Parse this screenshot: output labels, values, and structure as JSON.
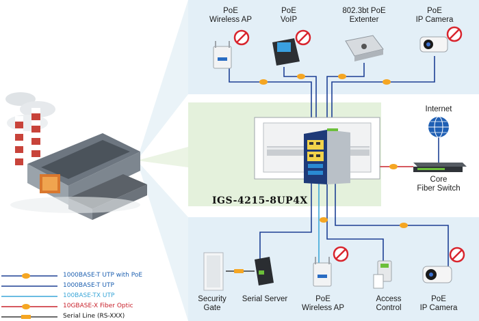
{
  "devices_top": {
    "wireless_ap": {
      "line1": "PoE",
      "line2": "Wireless AP"
    },
    "voip": {
      "line1": "PoE",
      "line2": "VoIP"
    },
    "extender": {
      "line1": "802.3bt PoE",
      "line2": "Extenter"
    },
    "ip_camera": {
      "line1": "PoE",
      "line2": "IP Camera"
    }
  },
  "internet": {
    "label": "Internet"
  },
  "core_switch": {
    "line1": "Core",
    "line2": "Fiber Switch"
  },
  "switch_model": "IGS-4215-8UP4X",
  "devices_bottom": {
    "security_gate": {
      "line1": "Security",
      "line2": "Gate"
    },
    "serial_server": {
      "label": "Serial Server"
    },
    "wireless_ap": {
      "line1": "PoE",
      "line2": "Wireless AP"
    },
    "access_control": {
      "line1": "Access",
      "line2": "Control"
    },
    "ip_camera": {
      "line1": "PoE",
      "line2": "IP Camera"
    }
  },
  "legend": [
    {
      "label": "1000BASE-T UTP with PoE",
      "color": "#1c3f94",
      "text_color": "#1c5fb0",
      "badge": true
    },
    {
      "label": "1000BASE-T UTP",
      "color": "#1c3f94",
      "text_color": "#1c5fb0",
      "badge": false
    },
    {
      "label": "100BASE-TX UTP",
      "color": "#3aa6d8",
      "text_color": "#3aa6d8",
      "badge": false
    },
    {
      "label": "10GBASE-X Fiber Optic",
      "color": "#c8202a",
      "text_color": "#c8202a",
      "badge": true
    },
    {
      "label": "Serial Line (RS-XXX)",
      "color": "#111111",
      "text_color": "#111111",
      "badge": true
    }
  ],
  "colors": {
    "panel_bg": "#e3eff7",
    "mid_panel_bg": "#e4f1dc",
    "poe_line": "#1c3f94",
    "fiber_line": "#c8202a",
    "tx_line": "#3aa6d8",
    "badge": "#f5a623"
  }
}
